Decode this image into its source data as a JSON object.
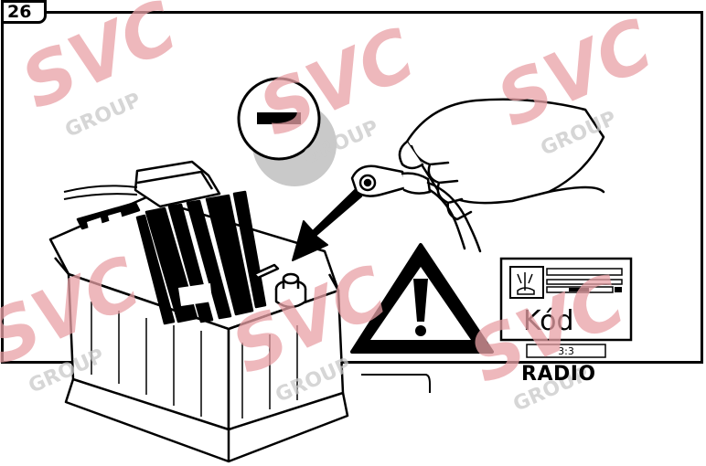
{
  "figure_number": "26",
  "radio_display": {
    "code_text": "Kód",
    "counter_text": "3:3",
    "label": "RADIO"
  },
  "watermark": {
    "logo_text": "SVC",
    "sub_text": "GROUP",
    "color": "#e8a0a6",
    "sub_color": "#c8c8c8"
  },
  "colors": {
    "line": "#000000",
    "background": "#ffffff",
    "grey_circle": "#c9c9c9"
  }
}
